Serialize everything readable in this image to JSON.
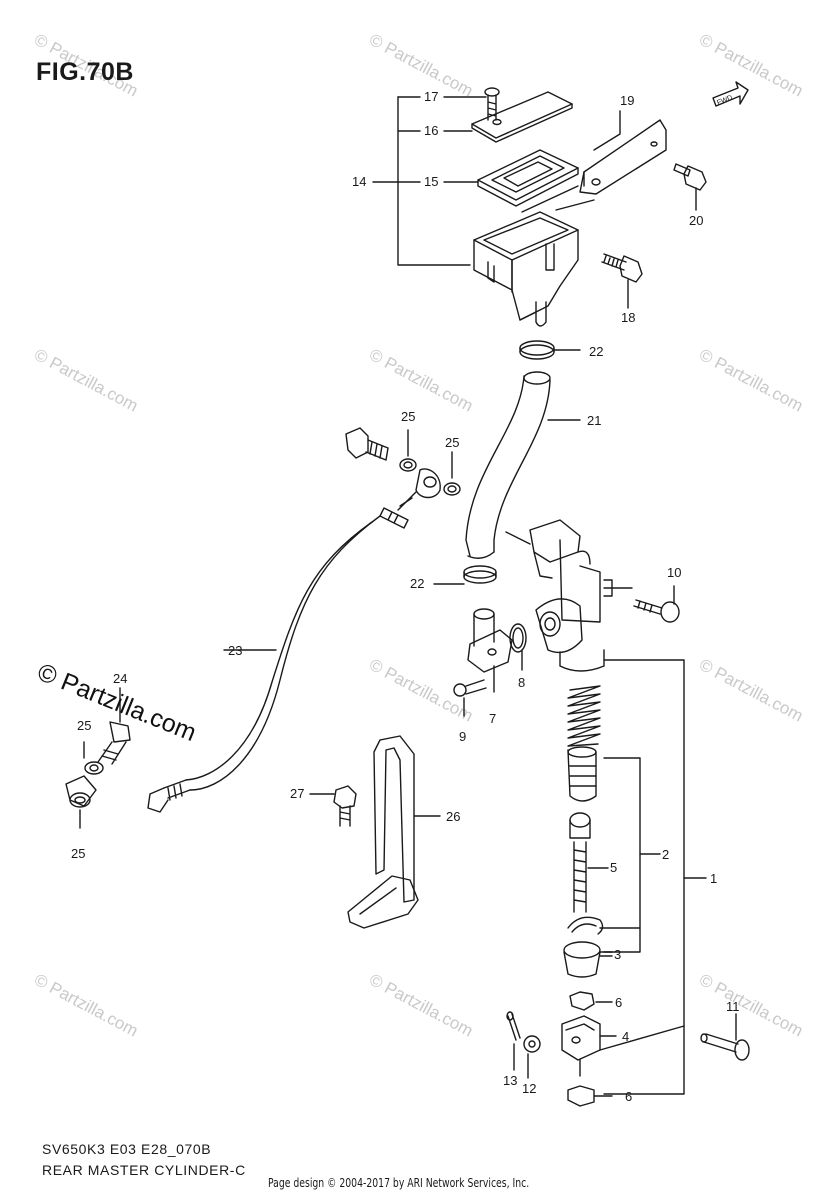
{
  "figure": {
    "title": "FIG.70B",
    "model_code": "SV650K3 E03 E28_070B",
    "name": "REAR MASTER CYLINDER-C",
    "credit": "Page design © 2004-2017 by ARI Network Services, Inc.",
    "brand_mark": "© Partzilla.com",
    "watermark_text": "© Partzilla.com",
    "fwd_label": "FWD"
  },
  "callouts": [
    {
      "id": "c17",
      "label": "17"
    },
    {
      "id": "c16",
      "label": "16"
    },
    {
      "id": "c14",
      "label": "14"
    },
    {
      "id": "c15",
      "label": "15"
    },
    {
      "id": "c19",
      "label": "19"
    },
    {
      "id": "c20",
      "label": "20"
    },
    {
      "id": "c18",
      "label": "18"
    },
    {
      "id": "c22a",
      "label": "22"
    },
    {
      "id": "c21",
      "label": "21"
    },
    {
      "id": "c25a",
      "label": "25"
    },
    {
      "id": "c25b",
      "label": "25"
    },
    {
      "id": "c22b",
      "label": "22"
    },
    {
      "id": "c10",
      "label": "10"
    },
    {
      "id": "c23",
      "label": "23"
    },
    {
      "id": "c8",
      "label": "8"
    },
    {
      "id": "c24",
      "label": "24"
    },
    {
      "id": "c7",
      "label": "7"
    },
    {
      "id": "c9",
      "label": "9"
    },
    {
      "id": "c25c",
      "label": "25"
    },
    {
      "id": "c27",
      "label": "27"
    },
    {
      "id": "c26",
      "label": "26"
    },
    {
      "id": "c5",
      "label": "5"
    },
    {
      "id": "c2",
      "label": "2"
    },
    {
      "id": "c1",
      "label": "1"
    },
    {
      "id": "c25d",
      "label": "25"
    },
    {
      "id": "c3",
      "label": "3"
    },
    {
      "id": "c6a",
      "label": "6"
    },
    {
      "id": "c11",
      "label": "11"
    },
    {
      "id": "c4",
      "label": "4"
    },
    {
      "id": "c13",
      "label": "13"
    },
    {
      "id": "c12",
      "label": "12"
    },
    {
      "id": "c6b",
      "label": "6"
    }
  ]
}
